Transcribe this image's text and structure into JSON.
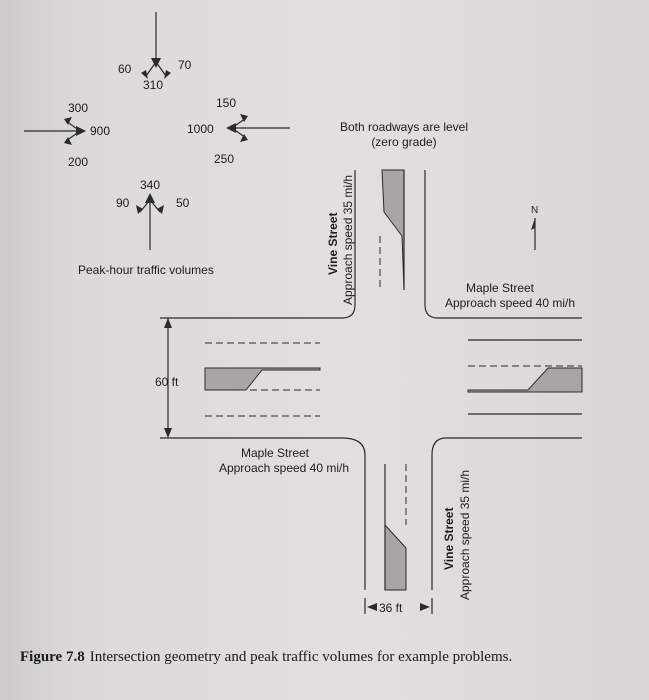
{
  "volumes": {
    "southbound": {
      "left": "60",
      "through": "310",
      "right": "70"
    },
    "westbound": {
      "right": "150",
      "through": "1000",
      "left": "250"
    },
    "eastbound": {
      "left": "300",
      "through": "900",
      "right": "200"
    },
    "northbound": {
      "left": "90",
      "through": "340",
      "right": "50"
    },
    "caption": "Peak-hour traffic volumes"
  },
  "grade_note": {
    "line1": "Both roadways are level",
    "line2": "(zero grade)"
  },
  "north_label": "N",
  "streets": {
    "vine_name": "Vine Street",
    "vine_speed": "Approach speed 35 mi/h",
    "maple_name": "Maple Street",
    "maple_speed": "Approach speed 40 mi/h"
  },
  "dimensions": {
    "width_ft": "60 ft",
    "vine_width": "36 ft"
  },
  "figure": {
    "label": "Figure 7.8",
    "caption": "Intersection geometry and peak traffic volumes for example problems."
  }
}
